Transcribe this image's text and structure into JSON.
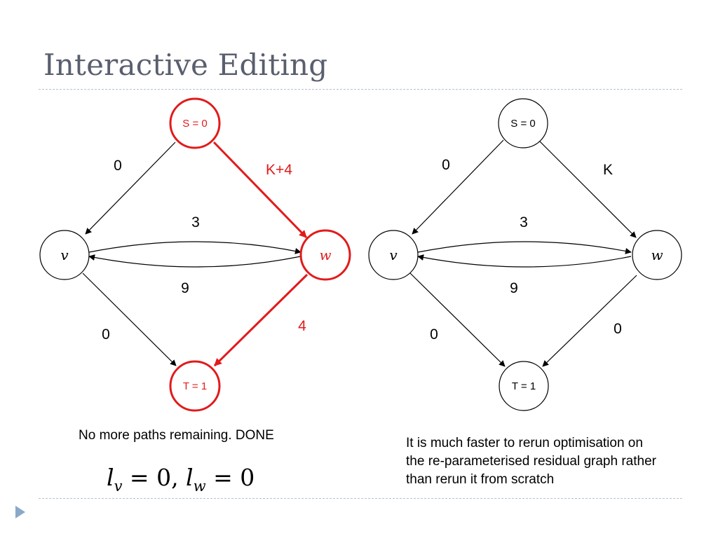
{
  "slide": {
    "title": "Interactive Editing",
    "left_caption": "No more paths remaining. DONE",
    "formula": {
      "l": "l",
      "v": "v",
      "w": "w",
      "part1_rest": " = 0, ",
      "part2_rest": " = 0"
    },
    "right_note": "It is much faster to rerun optimisation on the re-parameterised residual graph rather than rerun it from scratch"
  },
  "left_graph": {
    "nodes": {
      "s": "S = 0",
      "v": "v",
      "w": "w",
      "t": "T = 1"
    },
    "edges": {
      "s_v": "0",
      "s_w": "K+4",
      "v_w": "3",
      "w_v": "9",
      "v_t": "0",
      "w_t": "4"
    }
  },
  "right_graph": {
    "nodes": {
      "s": "S = 0",
      "v": "v",
      "w": "w",
      "t": "T = 1"
    },
    "edges": {
      "s_v": "0",
      "s_w": "K",
      "v_w": "3",
      "w_v": "9",
      "v_t": "0",
      "w_t": "0"
    }
  },
  "colors": {
    "highlight": "#e11b1b",
    "normal": "#000000",
    "title": "#5a5f6e",
    "rule": "#b4c2d2",
    "bullet": "#8aa8c8"
  }
}
